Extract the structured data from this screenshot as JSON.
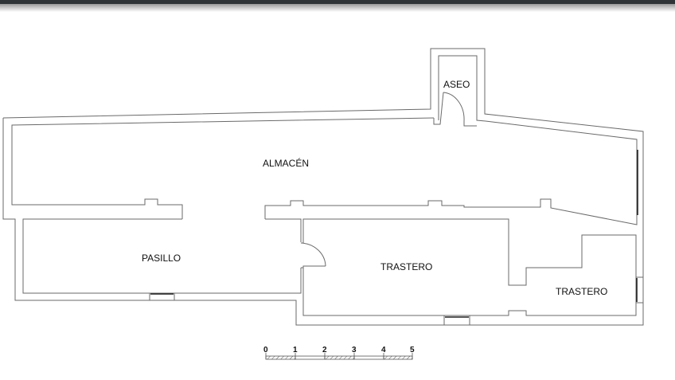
{
  "rooms": {
    "aseo": "ASEO",
    "almacen": "ALMACÉN",
    "pasillo": "PASILLO",
    "trastero_1": "TRASTERO",
    "trastero_2": "TRASTERO"
  },
  "scale_bar": {
    "labels": [
      "0",
      "1",
      "2",
      "3",
      "4",
      "5"
    ]
  },
  "colors": {
    "topbar": "#2f3437",
    "wall": "#6a6a6a"
  }
}
